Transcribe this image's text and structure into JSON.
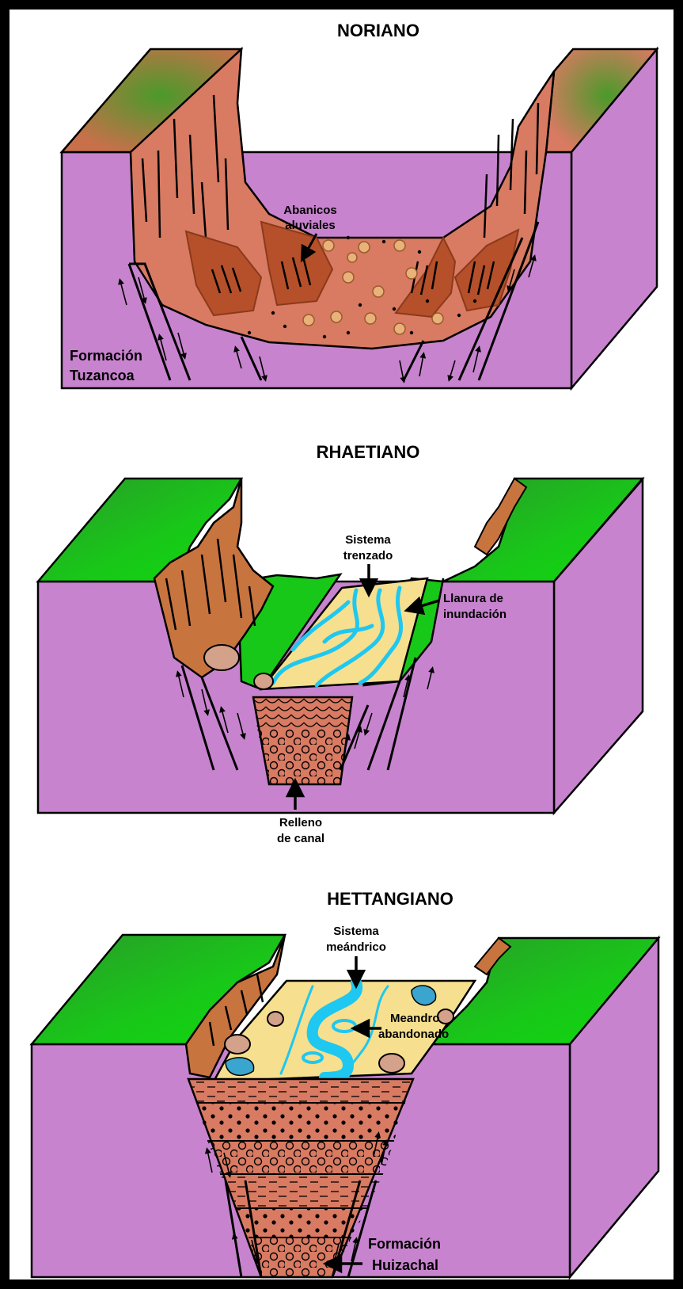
{
  "panels": [
    {
      "title": "NORIANO",
      "labels": {
        "fans_1": "Abanicos",
        "fans_2": "aluviales",
        "formation_1": "Formación",
        "formation_2": "Tuzancoa"
      }
    },
    {
      "title": "RHAETIANO",
      "labels": {
        "braided_1": "Sistema",
        "braided_2": "trenzado",
        "flood_1": "Llanura de",
        "flood_2": "inundación",
        "fill_1": "Relleno",
        "fill_2": "de canal"
      }
    },
    {
      "title": "HETTANGIANO",
      "labels": {
        "meander_1": "Sistema",
        "meander_2": "meándrico",
        "oxbow_1": "Meandro",
        "oxbow_2": "abandonado",
        "formation_1": "Formación",
        "formation_2": "Huizachal"
      }
    }
  ],
  "colors": {
    "basement": "#c883cf",
    "red_sediment": "#d97a62",
    "brown_cliff": "#c8743f",
    "fan": "#b5502a",
    "green_top": "#23b523",
    "sand": "#f6df8e",
    "water": "#1ec8f0",
    "pebble": "#e8b27a"
  }
}
